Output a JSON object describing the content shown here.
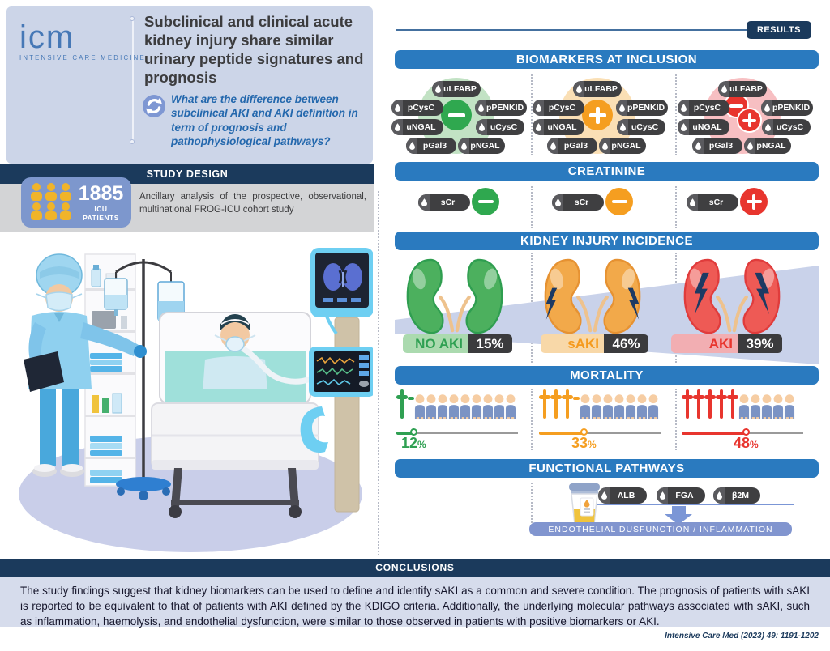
{
  "logo": {
    "text": "icm",
    "subtitle": "INTENSIVE CARE MEDICINE"
  },
  "header": {
    "title": "Subclinical and clinical acute kidney injury share similar urinary peptide signatures and prognosis",
    "question": "What are the difference between subclinical AKI and AKI definition in term of prognosis and pathophysiological pathways?"
  },
  "study_design": {
    "title": "STUDY DESIGN",
    "patient_count": "1885",
    "patient_line1": "ICU",
    "patient_line2": "PATIENTS",
    "description": "Ancillary analysis of the prospective, observational, multinational FROG-ICU cohort study"
  },
  "results": {
    "badge": "RESULTS",
    "biomarkers": {
      "title": "BIOMARKERS AT INCLUSION",
      "pill_labels": [
        "uLFABP",
        "pCysC",
        "pPENKID",
        "uNGAL",
        "uCysC",
        "pGal3",
        "pNGAL"
      ],
      "groups": [
        {
          "name": "biomarkers-negative",
          "signs": [
            "minus"
          ],
          "color": "#2fa84f",
          "blob": "#c2e2c4"
        },
        {
          "name": "biomarkers-positive",
          "signs": [
            "plus"
          ],
          "color": "#f59e20",
          "blob": "#fadfb5"
        },
        {
          "name": "biomarkers-mixed",
          "signs": [
            "minus",
            "plus"
          ],
          "color": "#e8352e",
          "blob": "#f7bfc2"
        }
      ]
    },
    "creatinine": {
      "title": "CREATININE",
      "pill_label": "sCr",
      "groups": [
        {
          "sign": "minus",
          "color": "#2fa84f"
        },
        {
          "sign": "minus",
          "color": "#f59e20"
        },
        {
          "sign": "plus",
          "color": "#e8352e"
        }
      ]
    },
    "kidney_incidence": {
      "title": "KIDNEY INJURY INCIDENCE",
      "groups": [
        {
          "label": "NO AKI",
          "value": "15%",
          "kidney": "green",
          "bolts": false,
          "label_bg": "#abdaaf",
          "label_color": "#2fa052",
          "fill": "#4cb05e",
          "stroke": "#2f9e50"
        },
        {
          "label": "sAKI",
          "value": "46%",
          "kidney": "orange",
          "bolts": true,
          "label_bg": "#f8d8a8",
          "label_color": "#f59a1d",
          "fill": "#f2a94a",
          "stroke": "#e69232"
        },
        {
          "label": "AKI",
          "value": "39%",
          "kidney": "red",
          "bolts": true,
          "label_bg": "#f2aeb2",
          "label_color": "#e8352e",
          "fill": "#ee5a55",
          "stroke": "#e03c3c"
        }
      ]
    },
    "mortality": {
      "title": "MORTALITY",
      "percent_symbol": "%",
      "groups": [
        {
          "percent": 12,
          "crosses": 1,
          "partial": true,
          "persons": 9,
          "color": "#2fa052"
        },
        {
          "percent": 33,
          "crosses": 3,
          "partial": true,
          "persons": 7,
          "color": "#f59e20"
        },
        {
          "percent": 48,
          "crosses": 5,
          "partial": false,
          "persons": 5,
          "color": "#e8352e"
        }
      ]
    },
    "pathways": {
      "title": "FUNCTIONAL PATHWAYS",
      "markers": [
        "ALB",
        "FGA",
        "β2M"
      ],
      "outcome": "ENDOTHELIAL DUSFUNCTION / INFLAMMATION"
    }
  },
  "conclusions": {
    "title": "CONCLUSIONS",
    "text": "The study findings suggest that kidney biomarkers can be used to define and identify sAKI as a common and severe condition. The prognosis of patients with sAKI is reported to be equivalent to that of patients with AKI defined by the KDIGO criteria. Additionally, the underlying molecular pathways associated with sAKI, such as inflammation, haemolysis, and endothelial dysfunction, were similar to those observed in patients with positive biomarkers or AKI."
  },
  "footer": {
    "citation": "Intensive Care Med (2023) 49: 1191-1202"
  }
}
